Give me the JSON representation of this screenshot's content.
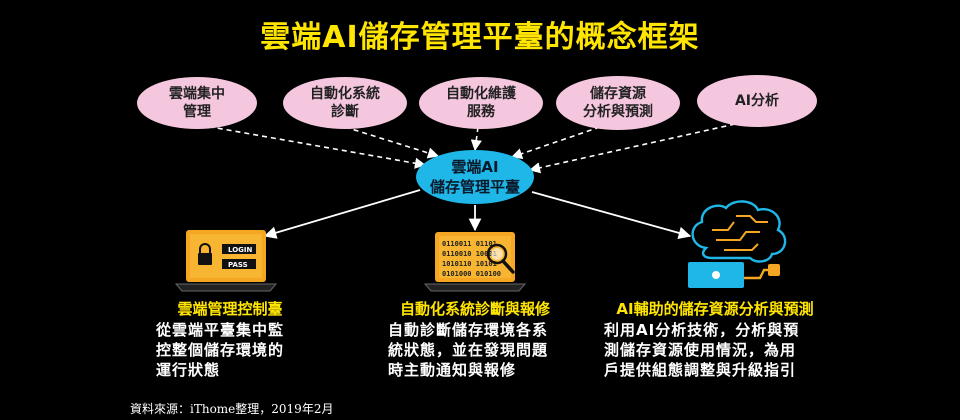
{
  "title": "雲端AI儲存管理平臺的概念框架",
  "top_nodes": [
    {
      "line1": "雲端集中",
      "line2": "管理"
    },
    {
      "line1": "自動化系統",
      "line2": "診斷"
    },
    {
      "line1": "自動化維護",
      "line2": "服務"
    },
    {
      "line1": "儲存資源",
      "line2": "分析與預測"
    },
    {
      "line1": "AI分析",
      "line2": ""
    }
  ],
  "hub": {
    "line1": "雲端AI",
    "line2": "儲存管理平臺"
  },
  "sections": [
    {
      "title": "雲端管理控制臺",
      "desc": [
        "從雲端平臺集中監",
        "控整個儲存環境的",
        "運行狀態"
      ]
    },
    {
      "title": "自動化系統診斷與報修",
      "desc": [
        "自動診斷儲存環境各系",
        "統狀態，並在發現問題",
        "時主動通知與報修"
      ]
    },
    {
      "title": "AI輔助的儲存資源分析與預測",
      "desc": [
        "利用AI分析技術，分析與預",
        "測儲存資源使用情況，為用",
        "戶提供組態調整與升級指引"
      ]
    }
  ],
  "laptop_screen": {
    "login": "LOGIN",
    "pass": "PASS"
  },
  "binary_lines": [
    "0110011 01101",
    "0110010 10001",
    "1010110 10101",
    "0101000 010100"
  ],
  "source": "資料來源：iThome整理，2019年2月",
  "colors": {
    "background": "#000000",
    "title": "#ffe500",
    "oval": "#f5c7df",
    "hub": "#1fb6e8",
    "laptop": "#f5a623",
    "brain_outline": "#1fb6e8",
    "brain_wire": "#f5a623"
  }
}
